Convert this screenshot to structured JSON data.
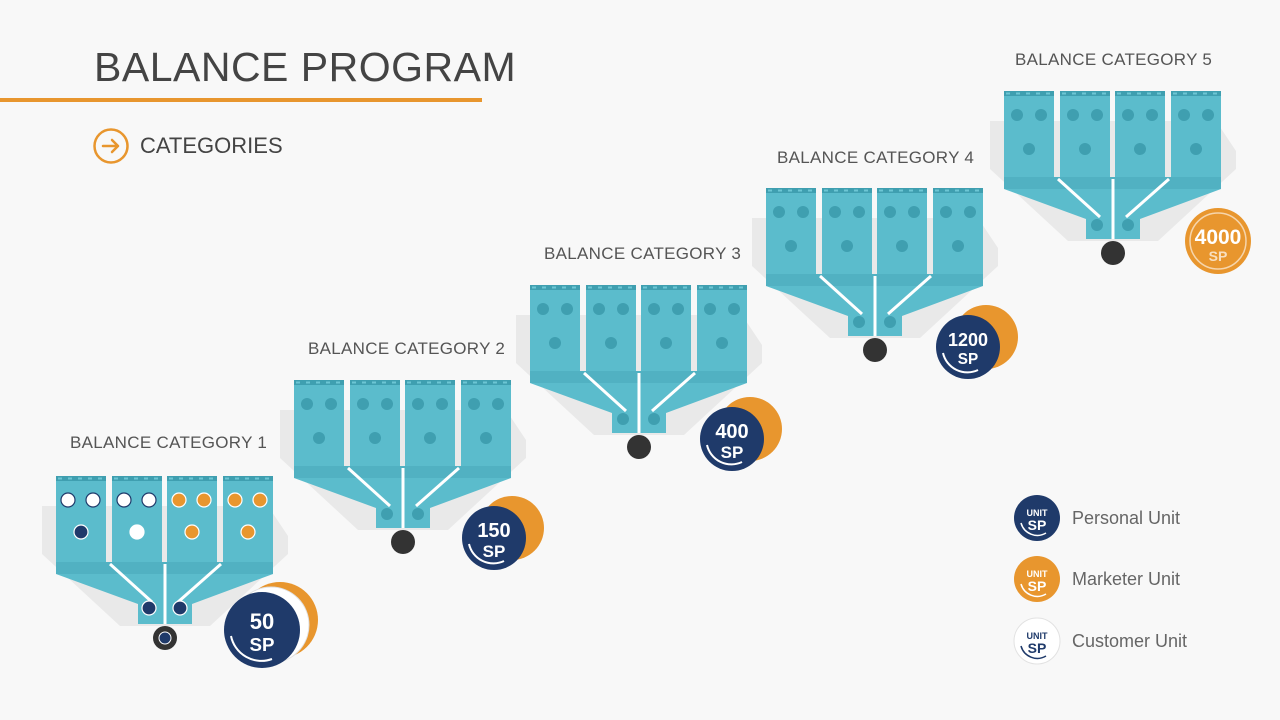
{
  "header": {
    "title": "BALANCE PROGRAM",
    "subtitle": "CATEGORIES"
  },
  "colors": {
    "accent": "#e8962e",
    "funnel": "#5bbccc",
    "navy": "#1f3a6a",
    "node": "#333333"
  },
  "categories": [
    {
      "label": "BALANCE CATEGORY 1",
      "badge_value": "50",
      "badge_unit": "SP"
    },
    {
      "label": "BALANCE CATEGORY 2",
      "badge_value": "150",
      "badge_unit": "SP"
    },
    {
      "label": "BALANCE CATEGORY 3",
      "badge_value": "400",
      "badge_unit": "SP"
    },
    {
      "label": "BALANCE CATEGORY 4",
      "badge_value": "1200",
      "badge_unit": "SP"
    },
    {
      "label": "BALANCE CATEGORY 5",
      "badge_value": "4000",
      "badge_unit": "SP"
    }
  ],
  "legend": [
    {
      "label": "Personal Unit",
      "badge_top": "UNIT",
      "badge_bottom": "SP"
    },
    {
      "label": "Marketer Unit",
      "badge_top": "UNIT",
      "badge_bottom": "SP"
    },
    {
      "label": "Customer Unit",
      "badge_top": "UNIT",
      "badge_bottom": "SP"
    }
  ]
}
